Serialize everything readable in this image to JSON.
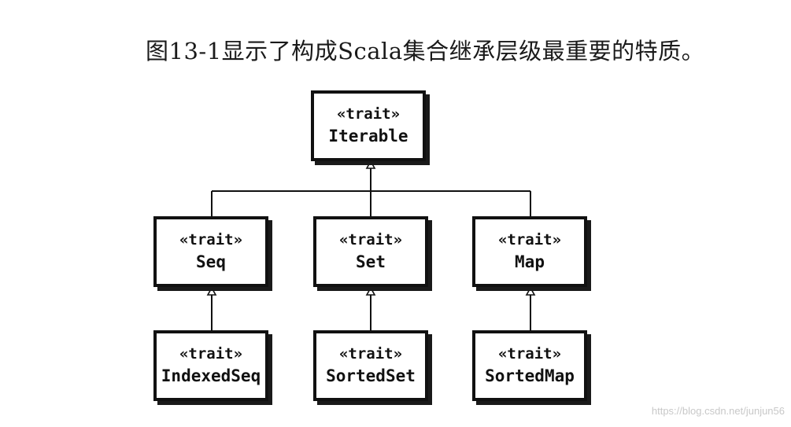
{
  "heading": "图13-1显示了构成Scala集合继承层级最重要的特质。",
  "nodes": {
    "iterable": {
      "stereotype": "«trait»",
      "name": "Iterable"
    },
    "seq": {
      "stereotype": "«trait»",
      "name": "Seq"
    },
    "set": {
      "stereotype": "«trait»",
      "name": "Set"
    },
    "map": {
      "stereotype": "«trait»",
      "name": "Map"
    },
    "indexedseq": {
      "stereotype": "«trait»",
      "name": "IndexedSeq"
    },
    "sortedset": {
      "stereotype": "«trait»",
      "name": "SortedSet"
    },
    "sortedmap": {
      "stereotype": "«trait»",
      "name": "SortedMap"
    }
  },
  "edges": [
    {
      "from": "seq",
      "to": "iterable"
    },
    {
      "from": "set",
      "to": "iterable"
    },
    {
      "from": "map",
      "to": "iterable"
    },
    {
      "from": "indexedseq",
      "to": "seq"
    },
    {
      "from": "sortedset",
      "to": "set"
    },
    {
      "from": "sortedmap",
      "to": "map"
    }
  ],
  "watermark": "https://blog.csdn.net/junjun56",
  "colors": {
    "line": "#111111",
    "box_border": "#111111",
    "watermark": "#c8c8c8"
  }
}
